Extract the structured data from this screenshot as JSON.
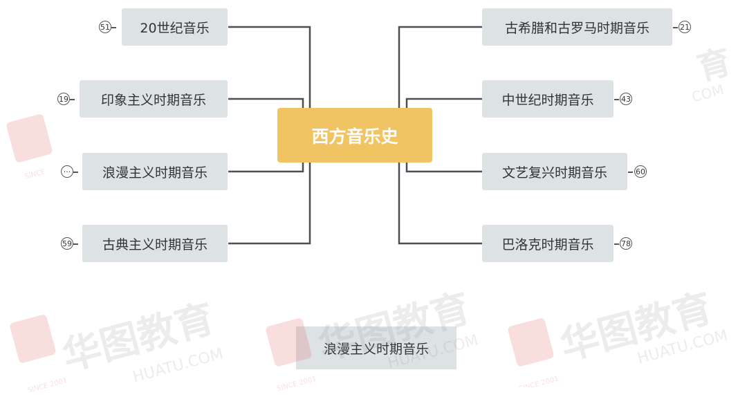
{
  "center": {
    "label": "西方音乐史"
  },
  "left_nodes": [
    {
      "label": "20世纪音乐",
      "badge": "51"
    },
    {
      "label": "印象主义时期音乐",
      "badge": "19"
    },
    {
      "label": "浪漫主义时期音乐",
      "badge": "···"
    },
    {
      "label": "古典主义时期音乐",
      "badge": "59"
    }
  ],
  "right_nodes": [
    {
      "label": "古希腊和古罗马时期音乐",
      "badge": "21"
    },
    {
      "label": "中世纪时期音乐",
      "badge": "43"
    },
    {
      "label": "文艺复兴时期音乐",
      "badge": "60"
    },
    {
      "label": "巴洛克时期音乐",
      "badge": "78"
    }
  ],
  "floating_node": {
    "label": "浪漫主义时期音乐"
  },
  "watermark": {
    "brand": "华图教育",
    "brand_en": "HUATU.COM",
    "since": "SINCE 2001"
  },
  "colors": {
    "center": "#f0c363",
    "node": "#dde2e4",
    "line": "#555555",
    "watermark": "#e05050"
  }
}
